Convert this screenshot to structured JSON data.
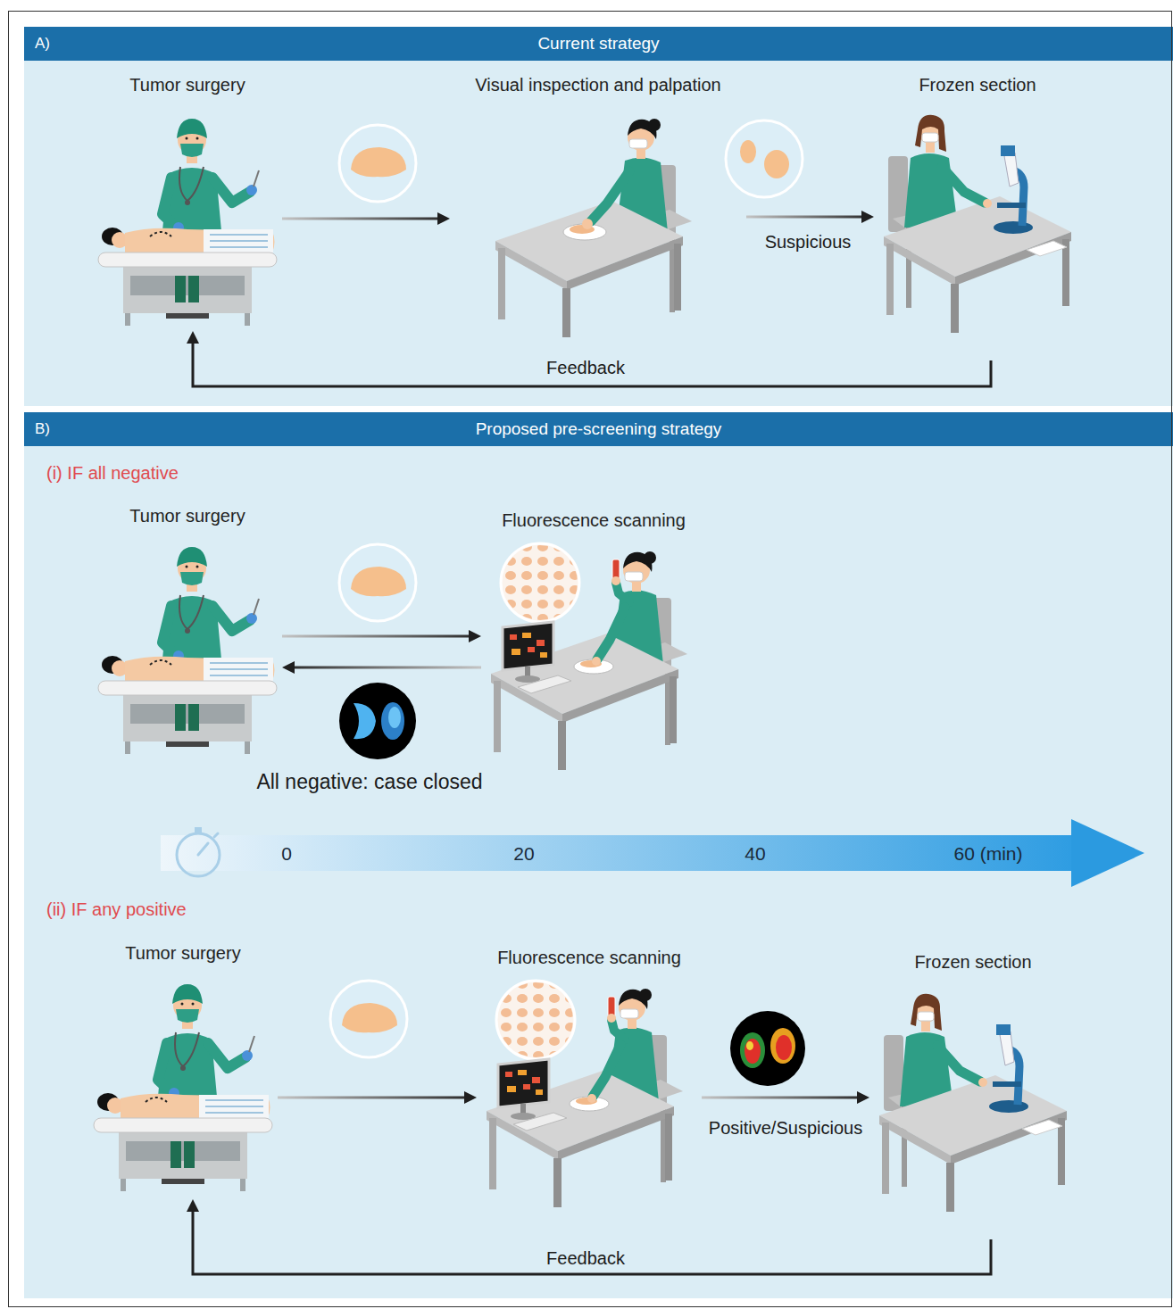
{
  "diagram": {
    "nodes": [
      {
        "text": [
          "A)",
          "Current strategy"
        ]
      },
      {
        "text": [
          "Tumor surgery"
        ],
        "in": 0
      },
      {
        "text": [
          "Visual inspection and palpation"
        ],
        "in": 0
      },
      {
        "text": [
          "Frozen section"
        ],
        "in": 0
      },
      {
        "text": [
          "B)",
          "Proposed pre-screening strategy"
        ]
      },
      {
        "text": [
          "Tumor surgery"
        ],
        "in": 4
      },
      {
        "text": [
          "Fluorescence scanning"
        ],
        "in": 4
      },
      {
        "text": [
          "Tumor surgery"
        ],
        "in": 4
      },
      {
        "text": [
          "Fluorescence scanning"
        ],
        "in": 4
      },
      {
        "text": [
          "Frozen section"
        ],
        "in": 4
      }
    ],
    "edges": [
      {
        "from": 1,
        "to": 2,
        "arrow": "to"
      },
      {
        "from": 2,
        "to": 3,
        "label": "Suspicious",
        "arrow": "to"
      },
      {
        "from": 3,
        "to": 1,
        "label": "Feedback",
        "arrow": "to"
      },
      {
        "from": 5,
        "to": 6,
        "arrow": "to"
      },
      {
        "from": 6,
        "to": 5,
        "arrow": "to"
      },
      {
        "from": 7,
        "to": 8,
        "arrow": "to"
      },
      {
        "from": 8,
        "to": 9,
        "label": "Positive/Suspicious",
        "arrow": "to"
      },
      {
        "from": 9,
        "to": 7,
        "label": "Feedback",
        "arrow": "to"
      }
    ],
    "labels": [
      "(i) IF all negative",
      "All negative: case closed",
      "0",
      "20",
      "40",
      "60 (min)",
      "(ii) IF any positive"
    ]
  }
}
